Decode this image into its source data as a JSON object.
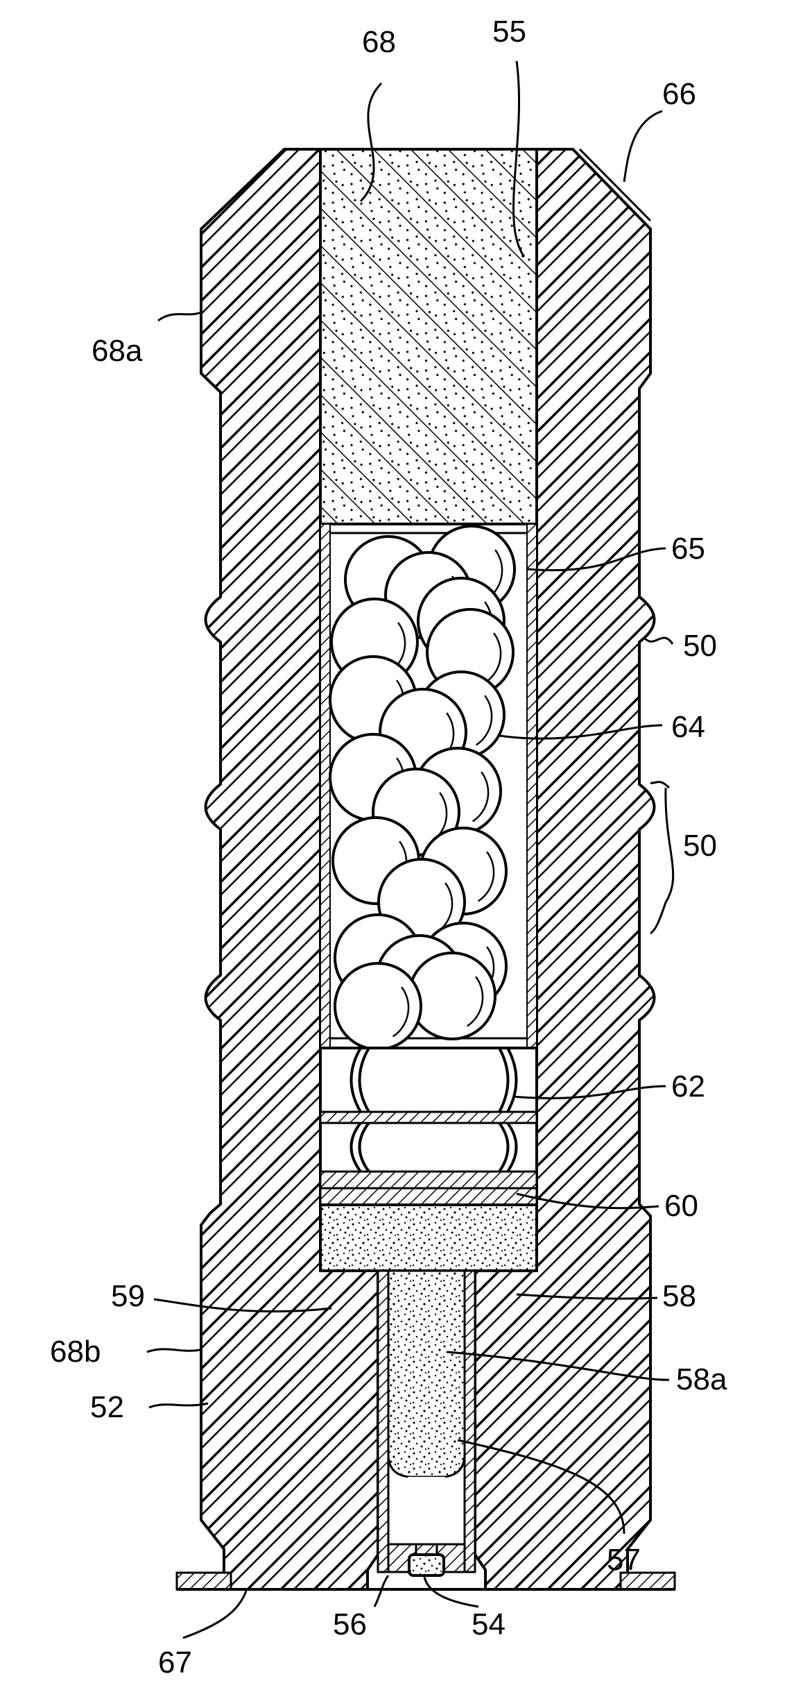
{
  "labels": {
    "l68": "68",
    "l55": "55",
    "l66": "66",
    "l68a": "68a",
    "l65": "65",
    "l50a": "50",
    "l64": "64",
    "l50b": "50",
    "l62": "62",
    "l60": "60",
    "l59": "59",
    "l58": "58",
    "l68b": "68b",
    "l58a": "58a",
    "l52": "52",
    "l57": "57",
    "l56": "56",
    "l54": "54",
    "l67": "67"
  },
  "colors": {
    "ink": "#000000",
    "paper": "#ffffff"
  }
}
